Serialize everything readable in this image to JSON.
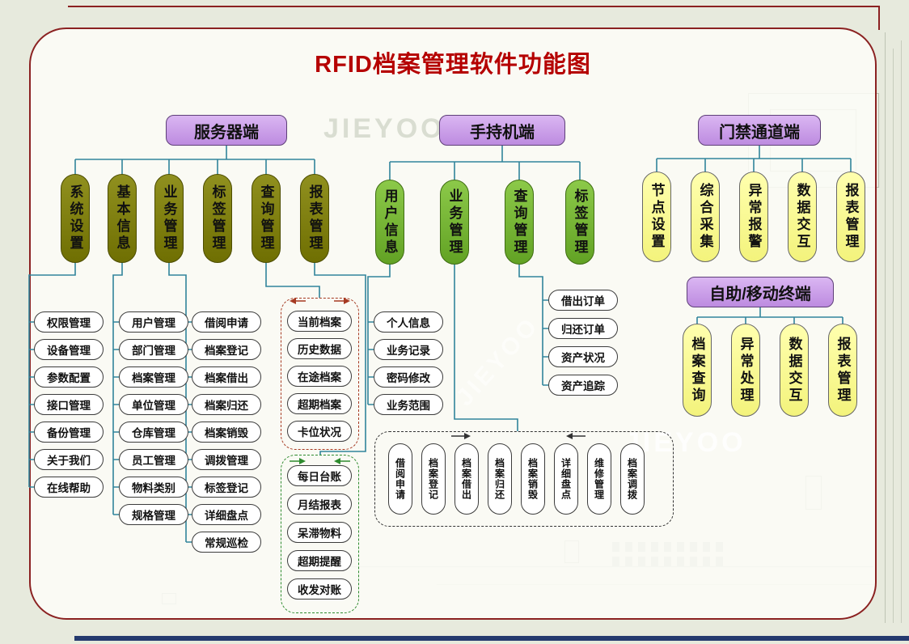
{
  "title": "RFID档案管理软件功能图",
  "watermark": "JIEYOO",
  "server": {
    "label": "服务器端",
    "categories": [
      {
        "label": "系统设置",
        "items": [
          "权限管理",
          "设备管理",
          "参数配置",
          "接口管理",
          "备份管理",
          "关于我们",
          "在线帮助"
        ]
      },
      {
        "label": "基本信息",
        "items": [
          "用户管理",
          "部门管理",
          "档案管理",
          "单位管理",
          "仓库管理",
          "员工管理",
          "物料类别",
          "规格管理"
        ]
      },
      {
        "label": "业务管理",
        "items": [
          "借阅申请",
          "档案登记",
          "档案借出",
          "档案归还",
          "档案销毁",
          "调拨管理",
          "标签登记",
          "详细盘点",
          "常规巡检"
        ]
      },
      {
        "label": "标签管理",
        "items": []
      },
      {
        "label": "查询管理",
        "items": [
          "当前档案",
          "历史数据",
          "在途档案",
          "超期档案",
          "卡位状况"
        ]
      },
      {
        "label": "报表管理",
        "items": [
          "每日台账",
          "月结报表",
          "呆滞物料",
          "超期提醒",
          "收发对账"
        ]
      }
    ]
  },
  "handheld": {
    "label": "手持机端",
    "categories": [
      {
        "label": "用户信息",
        "items": [
          "个人信息",
          "业务记录",
          "密码修改",
          "业务范围"
        ]
      },
      {
        "label": "业务管理",
        "items": [
          "借阅申请",
          "档案登记",
          "档案借出",
          "档案归还",
          "档案销毁",
          "详细盘点",
          "维修管理",
          "档案调拨"
        ]
      },
      {
        "label": "查询管理",
        "items": [
          "借出订单",
          "归还订单",
          "资产状况",
          "资产追踪"
        ]
      },
      {
        "label": "标签管理",
        "items": []
      }
    ]
  },
  "gate": {
    "label": "门禁通道端",
    "categories": [
      "节点设置",
      "综合采集",
      "异常报警",
      "数据交互",
      "报表管理"
    ]
  },
  "mobile": {
    "label": "自助/移动终端",
    "categories": [
      "档案查询",
      "异常处理",
      "数据交互",
      "报表管理"
    ]
  },
  "colors": {
    "title": "#b50000",
    "border": "#8b2121",
    "root_fill": "#c79ae6",
    "server_category_fill": "#80800e",
    "handheld_category_fill": "#77b733",
    "yellow_category_fill": "#ffff9e",
    "connector": "#31849b",
    "query_group_dash": "#a63a22",
    "report_group_dash": "#2e8b2e",
    "business_group_dash": "#333333"
  }
}
